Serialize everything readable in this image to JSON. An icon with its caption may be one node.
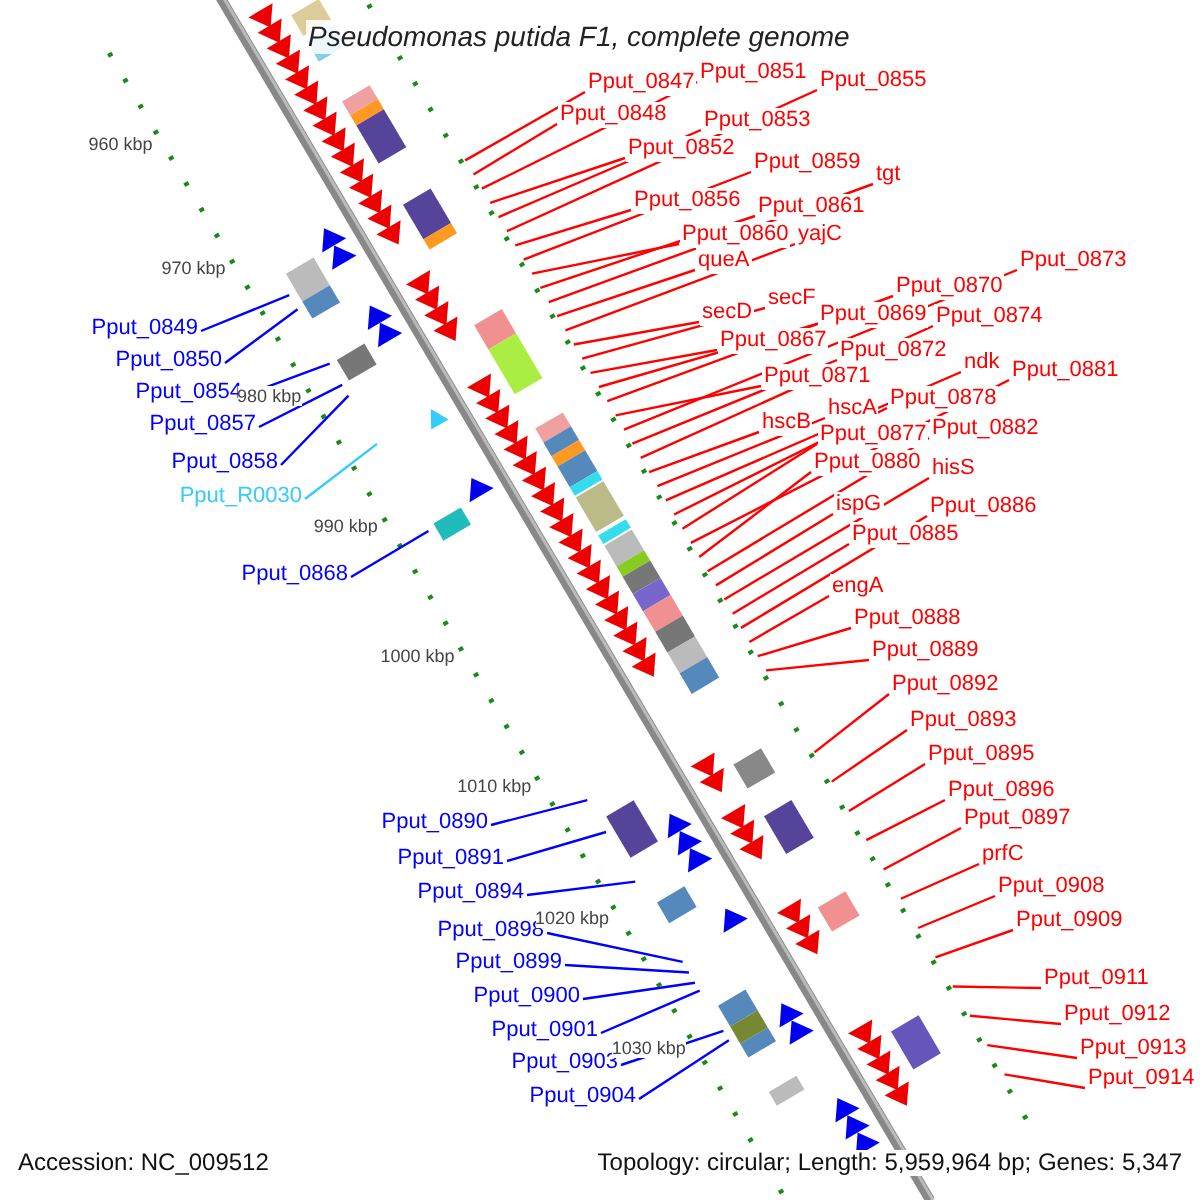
{
  "diagram": {
    "title": "Pseudomonas putida F1, complete genome",
    "nodes": [
      {
        "text": [
          "Pput_0847"
        ]
      },
      {
        "text": [
          "Pput_0848"
        ]
      },
      {
        "text": [
          "Pput_0851"
        ]
      },
      {
        "text": [
          "Pput_0852"
        ]
      },
      {
        "text": [
          "Pput_0853"
        ]
      },
      {
        "text": [
          "Pput_0855"
        ]
      },
      {
        "text": [
          "Pput_0856"
        ]
      },
      {
        "text": [
          "Pput_0859"
        ]
      },
      {
        "text": [
          "Pput_0860"
        ]
      },
      {
        "text": [
          "Pput_0861"
        ]
      },
      {
        "text": [
          "queA"
        ]
      },
      {
        "text": [
          "yajC"
        ]
      },
      {
        "text": [
          "tgt"
        ]
      },
      {
        "text": [
          "secD"
        ]
      },
      {
        "text": [
          "secF"
        ]
      },
      {
        "text": [
          "Pput_0867"
        ]
      },
      {
        "text": [
          "Pput_0869"
        ]
      },
      {
        "text": [
          "Pput_0870"
        ]
      },
      {
        "text": [
          "Pput_0871"
        ]
      },
      {
        "text": [
          "Pput_0872"
        ]
      },
      {
        "text": [
          "Pput_0873"
        ]
      },
      {
        "text": [
          "Pput_0874"
        ]
      },
      {
        "text": [
          "hscB"
        ]
      },
      {
        "text": [
          "hscA"
        ]
      },
      {
        "text": [
          "Pput_0877"
        ]
      },
      {
        "text": [
          "Pput_0878"
        ]
      },
      {
        "text": [
          "ndk"
        ]
      },
      {
        "text": [
          "Pput_0880"
        ]
      },
      {
        "text": [
          "Pput_0881"
        ]
      },
      {
        "text": [
          "Pput_0882"
        ]
      },
      {
        "text": [
          "ispG"
        ]
      },
      {
        "text": [
          "hisS"
        ]
      },
      {
        "text": [
          "Pput_0885"
        ]
      },
      {
        "text": [
          "Pput_0886"
        ]
      },
      {
        "text": [
          "engA"
        ]
      },
      {
        "text": [
          "Pput_0888"
        ]
      },
      {
        "text": [
          "Pput_0889"
        ]
      },
      {
        "text": [
          "Pput_0892"
        ]
      },
      {
        "text": [
          "Pput_0893"
        ]
      },
      {
        "text": [
          "Pput_0895"
        ]
      },
      {
        "text": [
          "Pput_0896"
        ]
      },
      {
        "text": [
          "Pput_0897"
        ]
      },
      {
        "text": [
          "prfC"
        ]
      },
      {
        "text": [
          "Pput_0908"
        ]
      },
      {
        "text": [
          "Pput_0909"
        ]
      },
      {
        "text": [
          "Pput_0911"
        ]
      },
      {
        "text": [
          "Pput_0912"
        ]
      },
      {
        "text": [
          "Pput_0913"
        ]
      },
      {
        "text": [
          "Pput_0914"
        ]
      },
      {
        "text": [
          "Pput_0849"
        ]
      },
      {
        "text": [
          "Pput_0850"
        ]
      },
      {
        "text": [
          "Pput_0854"
        ]
      },
      {
        "text": [
          "Pput_0857"
        ]
      },
      {
        "text": [
          "Pput_0858"
        ]
      },
      {
        "text": [
          "Pput_R0030"
        ]
      },
      {
        "text": [
          "Pput_0868"
        ]
      },
      {
        "text": [
          "Pput_0890"
        ]
      },
      {
        "text": [
          "Pput_0891"
        ]
      },
      {
        "text": [
          "Pput_0894"
        ]
      },
      {
        "text": [
          "Pput_0898"
        ]
      },
      {
        "text": [
          "Pput_0899"
        ]
      },
      {
        "text": [
          "Pput_0900"
        ]
      },
      {
        "text": [
          "Pput_0901"
        ]
      },
      {
        "text": [
          "Pput_0903"
        ]
      },
      {
        "text": [
          "Pput_0904"
        ]
      }
    ],
    "edges": [
      {
        "from": 0,
        "to": null,
        "arrow": "none"
      },
      {
        "from": 1,
        "to": null,
        "arrow": "none"
      },
      {
        "from": 2,
        "to": null,
        "arrow": "none"
      },
      {
        "from": 3,
        "to": null,
        "arrow": "none"
      },
      {
        "from": 4,
        "to": null,
        "arrow": "none"
      },
      {
        "from": 5,
        "to": null,
        "arrow": "none"
      },
      {
        "from": 6,
        "to": null,
        "arrow": "none"
      },
      {
        "from": 7,
        "to": null,
        "arrow": "none"
      },
      {
        "from": 8,
        "to": null,
        "arrow": "none"
      },
      {
        "from": 9,
        "to": null,
        "arrow": "none"
      },
      {
        "from": 10,
        "to": null,
        "arrow": "none"
      },
      {
        "from": 11,
        "to": null,
        "arrow": "none"
      },
      {
        "from": 12,
        "to": null,
        "arrow": "none"
      },
      {
        "from": 13,
        "to": null,
        "arrow": "none"
      },
      {
        "from": 14,
        "to": null,
        "arrow": "none"
      },
      {
        "from": 15,
        "to": null,
        "arrow": "none"
      },
      {
        "from": 16,
        "to": null,
        "arrow": "none"
      },
      {
        "from": 17,
        "to": null,
        "arrow": "none"
      },
      {
        "from": 18,
        "to": null,
        "arrow": "none"
      },
      {
        "from": 19,
        "to": null,
        "arrow": "none"
      },
      {
        "from": 20,
        "to": null,
        "arrow": "none"
      },
      {
        "from": 21,
        "to": null,
        "arrow": "none"
      },
      {
        "from": 22,
        "to": null,
        "arrow": "none"
      },
      {
        "from": 23,
        "to": null,
        "arrow": "none"
      },
      {
        "from": 24,
        "to": null,
        "arrow": "none"
      },
      {
        "from": 25,
        "to": null,
        "arrow": "none"
      },
      {
        "from": 26,
        "to": null,
        "arrow": "none"
      },
      {
        "from": 27,
        "to": null,
        "arrow": "none"
      },
      {
        "from": 28,
        "to": null,
        "arrow": "none"
      },
      {
        "from": 29,
        "to": null,
        "arrow": "none"
      },
      {
        "from": 30,
        "to": null,
        "arrow": "none"
      },
      {
        "from": 31,
        "to": null,
        "arrow": "none"
      },
      {
        "from": 32,
        "to": null,
        "arrow": "none"
      },
      {
        "from": 33,
        "to": null,
        "arrow": "none"
      },
      {
        "from": 34,
        "to": null,
        "arrow": "none"
      },
      {
        "from": 35,
        "to": null,
        "arrow": "none"
      },
      {
        "from": 36,
        "to": null,
        "arrow": "none"
      },
      {
        "from": 37,
        "to": null,
        "arrow": "none"
      },
      {
        "from": 38,
        "to": null,
        "arrow": "none"
      },
      {
        "from": 39,
        "to": null,
        "arrow": "none"
      },
      {
        "from": 40,
        "to": null,
        "arrow": "none"
      },
      {
        "from": 41,
        "to": null,
        "arrow": "none"
      },
      {
        "from": 42,
        "to": null,
        "arrow": "none"
      },
      {
        "from": 43,
        "to": null,
        "arrow": "none"
      },
      {
        "from": 44,
        "to": null,
        "arrow": "none"
      },
      {
        "from": 45,
        "to": null,
        "arrow": "none"
      },
      {
        "from": 46,
        "to": null,
        "arrow": "none"
      },
      {
        "from": 47,
        "to": null,
        "arrow": "none"
      },
      {
        "from": 48,
        "to": null,
        "arrow": "none"
      },
      {
        "from": 49,
        "to": null,
        "arrow": "none",
        "color": "#0000ff"
      },
      {
        "from": 50,
        "to": null,
        "arrow": "none",
        "color": "#0000ff"
      },
      {
        "from": 51,
        "to": null,
        "arrow": "none",
        "color": "#0000ff"
      },
      {
        "from": 52,
        "to": null,
        "arrow": "none",
        "color": "#0000ff"
      },
      {
        "from": 53,
        "to": null,
        "arrow": "none",
        "color": "#0000ff"
      },
      {
        "from": 54,
        "to": null,
        "arrow": "none",
        "color": "#33ccff"
      },
      {
        "from": 55,
        "to": null,
        "arrow": "none",
        "color": "#0000ff"
      },
      {
        "from": 56,
        "to": null,
        "arrow": "none",
        "color": "#0000ff"
      },
      {
        "from": 57,
        "to": null,
        "arrow": "none",
        "color": "#0000ff"
      },
      {
        "from": 58,
        "to": null,
        "arrow": "none",
        "color": "#0000ff"
      },
      {
        "from": 59,
        "to": null,
        "arrow": "none",
        "color": "#0000ff"
      },
      {
        "from": 60,
        "to": null,
        "arrow": "none",
        "color": "#0000ff"
      },
      {
        "from": 61,
        "to": null,
        "arrow": "none",
        "color": "#0000ff"
      },
      {
        "from": 62,
        "to": null,
        "arrow": "none",
        "color": "#0000ff"
      },
      {
        "from": 63,
        "to": null,
        "arrow": "none",
        "color": "#0000ff"
      },
      {
        "from": 64,
        "to": null,
        "arrow": "none",
        "color": "#0000ff"
      }
    ],
    "labels": [
      "960 kbp",
      "970 kbp",
      "980 kbp",
      "990 kbp",
      "1000 kbp",
      "1010 kbp",
      "1020 kbp",
      "1030 kbp",
      "Accession: NC_009512",
      "Topology: circular; Length: 5,959,964 bp; Genes: 5,347"
    ]
  }
}
